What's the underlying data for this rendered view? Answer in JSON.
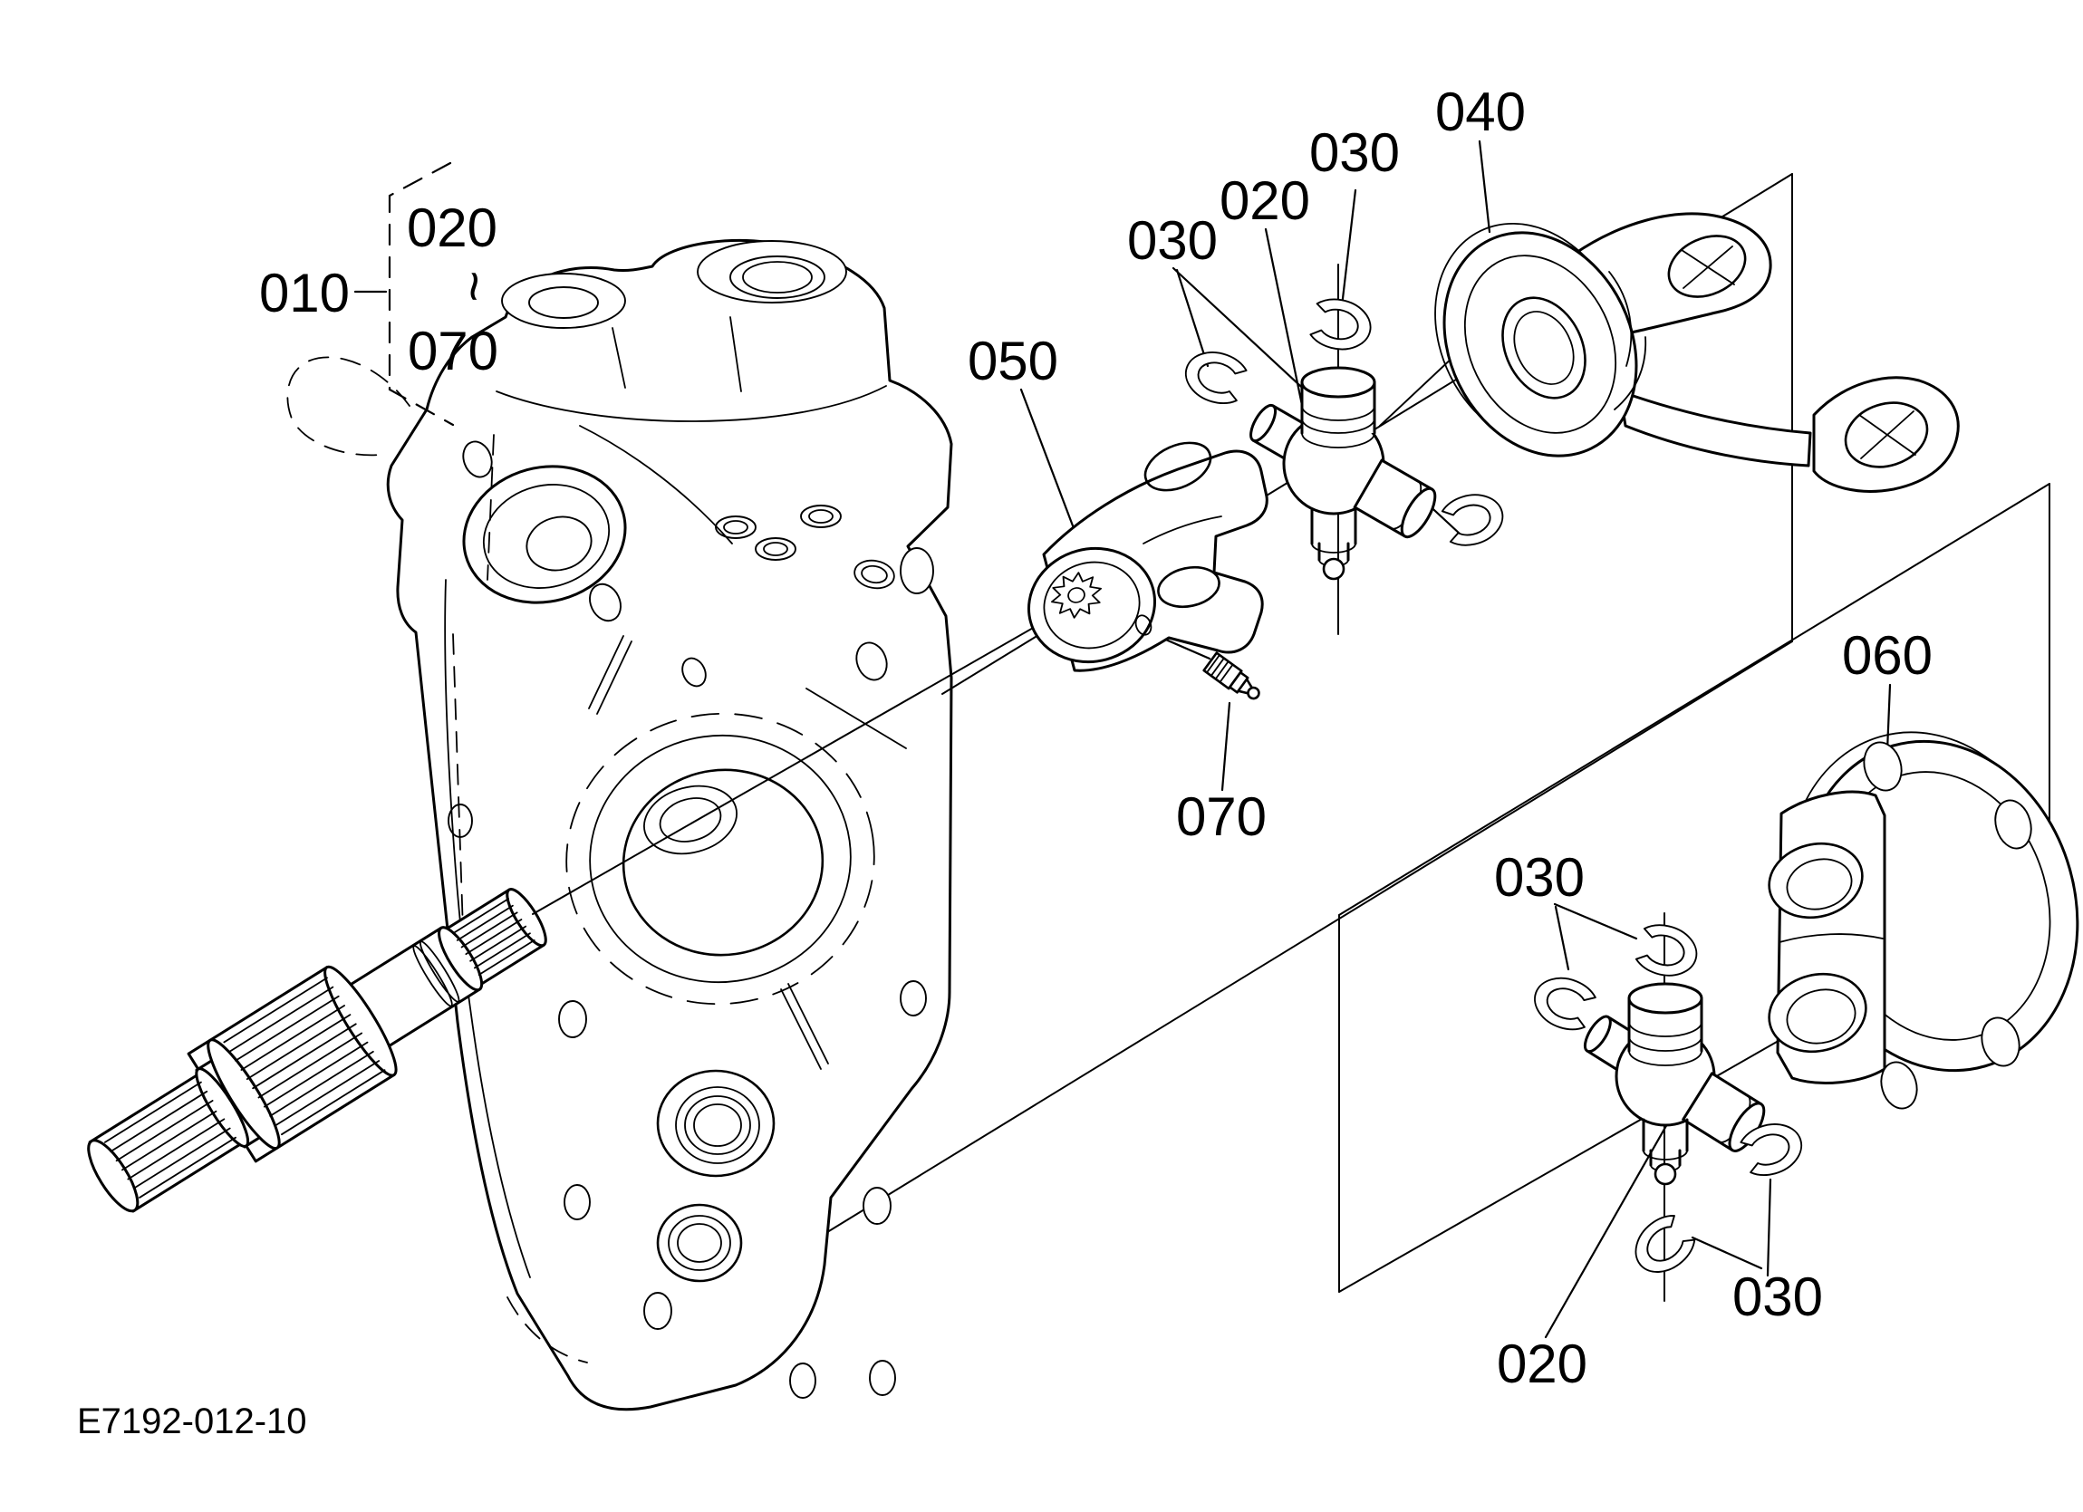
{
  "page": {
    "background_color": "#ffffff",
    "line_color": "#000000"
  },
  "drawing": {
    "code": "E7192-012-10",
    "callouts": {
      "group": "010",
      "range_from": "020",
      "range_sep": "~",
      "range_to": "070",
      "yoke_inner": "050",
      "ring_top_left": "030",
      "spider_top": "020",
      "ring_top_mid": "030",
      "yoke_flange_top": "040",
      "flange_bottom": "060",
      "grease_fitting": "070",
      "ring_bottom_left": "030",
      "ring_bottom_right": "030",
      "spider_bottom": "020"
    }
  }
}
